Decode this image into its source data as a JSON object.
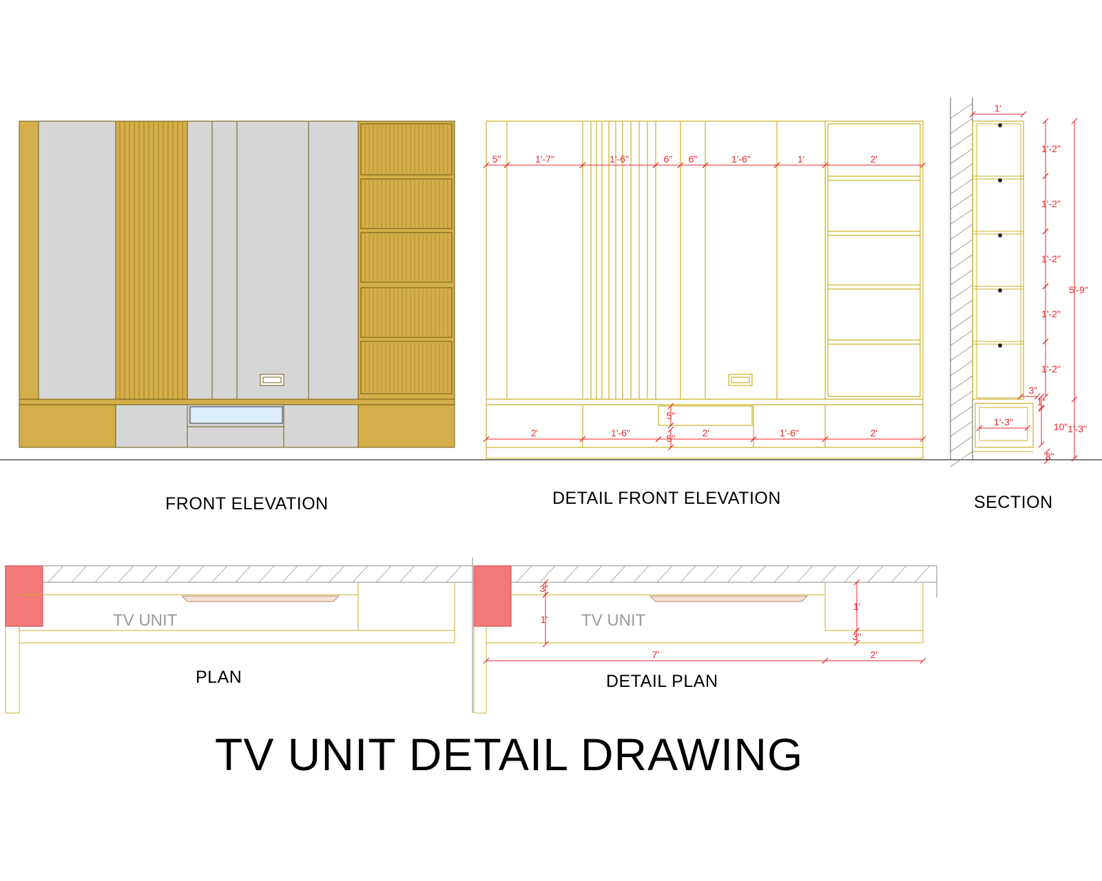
{
  "title": "TV UNIT DETAIL DRAWING",
  "views": {
    "front_elevation": "FRONT ELEVATION",
    "detail_front_elevation": "DETAIL FRONT ELEVATION",
    "section": "SECTION",
    "plan": "PLAN",
    "detail_plan": "DETAIL PLAN"
  },
  "plan_tags": {
    "plan": "TV UNIT",
    "detail_plan": "TV UNIT"
  },
  "colors": {
    "laminate": "#d3ae4a",
    "panel_grey": "#d6d6d6",
    "tv_glass": "#dcecf8",
    "outline": "#a68b1d",
    "dimension": "#e8262b",
    "column": "#f47a7a"
  },
  "dimensions": {
    "detail_elevation_top": [
      "5\"",
      "1'-7\"",
      "1'-6\"",
      "6\"",
      "6\"",
      "1'-6\"",
      "1'",
      "2'"
    ],
    "detail_elevation_bottom": [
      "2'",
      "1'-6\"",
      "2'",
      "1'-6\"",
      "2'"
    ],
    "detail_elevation_drawer": [
      "5\"",
      "5\""
    ],
    "section_width": "1'",
    "section_shelves": [
      "1'-2\"",
      "1'-2\"",
      "1'-2\"",
      "1'-2\"",
      "1'-2\""
    ],
    "section_total_height": "5'-9\"",
    "section_drawer_depth": "1'-3\"",
    "section_misc": [
      "3\"",
      "1\"",
      "10\"",
      "1'-3\"",
      "3\""
    ],
    "detail_plan": [
      "3\"",
      "1'",
      "7'",
      "1'",
      "3\"",
      "2'"
    ]
  }
}
